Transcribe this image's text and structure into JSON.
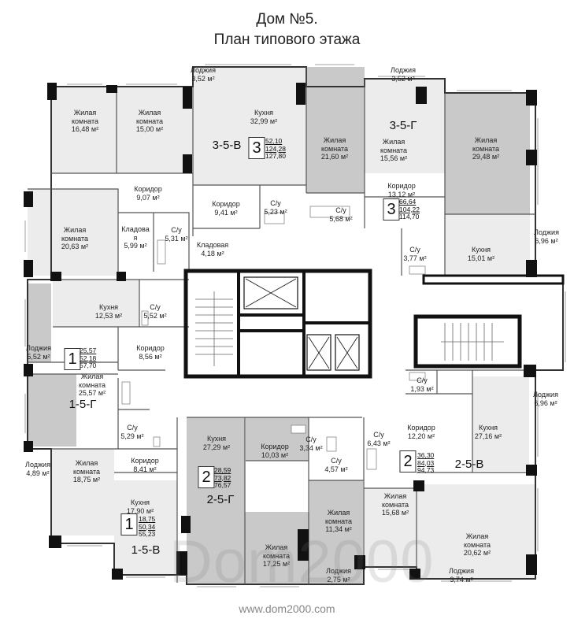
{
  "title": {
    "line1": "Дом №5.",
    "line2": "План типового этажа"
  },
  "watermark": {
    "logo": "Dom2000",
    "site": "www.dom2000.com"
  },
  "rooms": [
    {
      "name": "Лоджия",
      "area": "3,52 м²"
    },
    {
      "name": "Лоджия",
      "area": "3,52 м²"
    },
    {
      "name": "Жилая\nкомната",
      "area": "16,48 м²"
    },
    {
      "name": "Жилая\nкомната",
      "area": "15,00 м²"
    },
    {
      "name": "Кухня",
      "area": "32,99 м²"
    },
    {
      "name": "Жилая\nкомната",
      "area": "21,60 м²"
    },
    {
      "name": "Жилая\nкомната",
      "area": "15,56 м²"
    },
    {
      "name": "Жилая\nкомната",
      "area": "29,48 м²"
    },
    {
      "name": "Коридор",
      "area": "9,07 м²"
    },
    {
      "name": "Коридор",
      "area": "9,41 м²"
    },
    {
      "name": "С/у",
      "area": "5,23 м²"
    },
    {
      "name": "С/у",
      "area": "5,68 м²"
    },
    {
      "name": "Коридор",
      "area": "13,12 м²"
    },
    {
      "name": "Жилая\nкомната",
      "area": "20,63 м²"
    },
    {
      "name": "Кладова\nя",
      "area": "5,99 м²"
    },
    {
      "name": "С/у",
      "area": "5,31 м²"
    },
    {
      "name": "Кладовая",
      "area": "4,18 м²"
    },
    {
      "name": "С/у",
      "area": "3,77 м²"
    },
    {
      "name": "Кухня",
      "area": "15,01 м²"
    },
    {
      "name": "Лоджия",
      "area": "6,96 м²"
    },
    {
      "name": "Кухня",
      "area": "12,53 м²"
    },
    {
      "name": "С/у",
      "area": "5,52 м²"
    },
    {
      "name": "Лоджия",
      "area": "5,52 м²"
    },
    {
      "name": "Коридор",
      "area": "8,56 м²"
    },
    {
      "name": "Жилая\nкомната",
      "area": "25,57 м²"
    },
    {
      "name": "С/у",
      "area": "1,93 м²"
    },
    {
      "name": "Лоджия",
      "area": "6,96 м²"
    },
    {
      "name": "С/у",
      "area": "5,29 м²"
    },
    {
      "name": "Кухня",
      "area": "27,29 м²"
    },
    {
      "name": "Коридор",
      "area": "10,03 м²"
    },
    {
      "name": "С/у",
      "area": "3,34 м²"
    },
    {
      "name": "С/у",
      "area": "6,43 м²"
    },
    {
      "name": "Коридор",
      "area": "12,20 м²"
    },
    {
      "name": "Кухня",
      "area": "27,16 м²"
    },
    {
      "name": "С/у",
      "area": "4,57 м²"
    },
    {
      "name": "Лоджия",
      "area": "4,89 м²"
    },
    {
      "name": "Жилая\nкомната",
      "area": "18,75 м²"
    },
    {
      "name": "Коридор",
      "area": "8,41 м²"
    },
    {
      "name": "Кухня",
      "area": "17,90 м²"
    },
    {
      "name": "Жилая\nкомната",
      "area": "11,34 м²"
    },
    {
      "name": "Жилая\nкомната",
      "area": "15,68 м²"
    },
    {
      "name": "Жилая\nкомната",
      "area": "20,62 м²"
    },
    {
      "name": "Жилая\nкомната",
      "area": "17,25 м²"
    },
    {
      "name": "Лоджия",
      "area": "2,75 м²"
    },
    {
      "name": "Лоджия",
      "area": "3,74 м²"
    }
  ],
  "apartments": [
    {
      "code": "3-5-В",
      "rooms": "3",
      "areas": [
        "52,10",
        "124,28",
        "127,80"
      ]
    },
    {
      "code": "3-5-Г",
      "rooms": "3",
      "areas": [
        "66,64",
        "104,22",
        "114,70"
      ]
    },
    {
      "code": "1-5-Г",
      "rooms": "1",
      "areas": [
        "25,57",
        "52,18",
        "57,70"
      ]
    },
    {
      "code": "2-5-Г",
      "rooms": "2",
      "areas": [
        "28,59",
        "73,82",
        "76,57"
      ]
    },
    {
      "code": "2-5-В",
      "rooms": "2",
      "areas": [
        "36,30",
        "84,03",
        "94,73"
      ]
    },
    {
      "code": "1-5-В",
      "rooms": "1",
      "areas": [
        "18,75",
        "50,34",
        "55,23"
      ]
    }
  ]
}
